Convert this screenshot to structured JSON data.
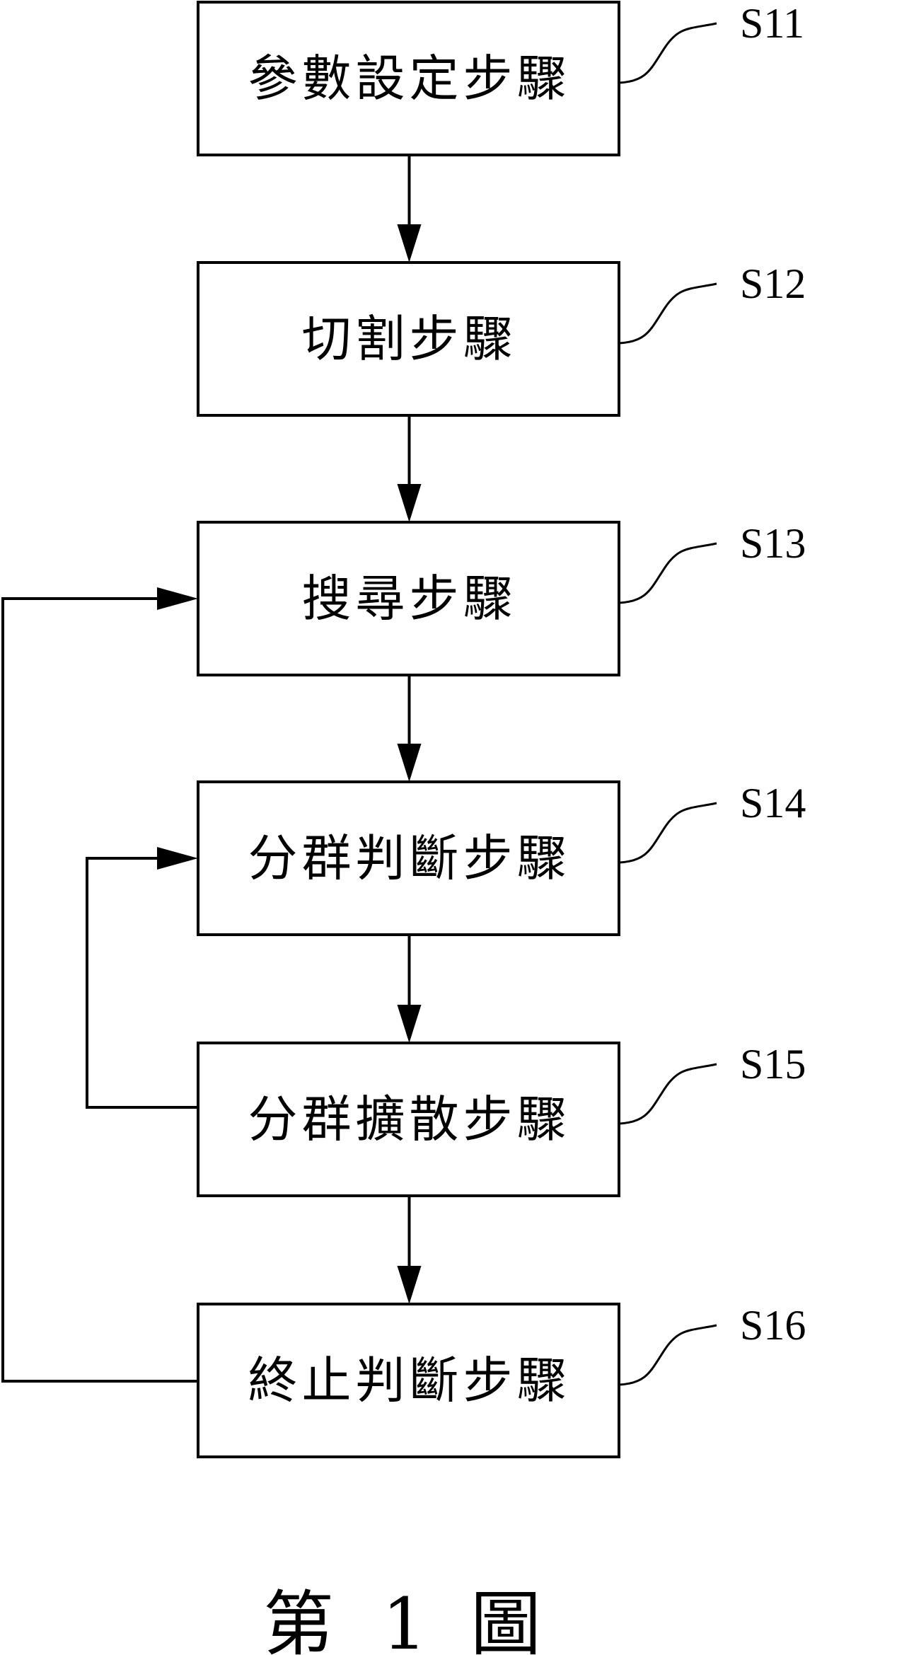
{
  "figure": {
    "caption": {
      "prefix": "第",
      "number": "1",
      "suffix": "圖"
    },
    "colors": {
      "stroke": "#000000",
      "background": "#ffffff"
    },
    "steps": [
      {
        "id": "S11",
        "label": "參數設定步驟"
      },
      {
        "id": "S12",
        "label": "切割步驟"
      },
      {
        "id": "S13",
        "label": "搜尋步驟"
      },
      {
        "id": "S14",
        "label": "分群判斷步驟"
      },
      {
        "id": "S15",
        "label": "分群擴散步驟"
      },
      {
        "id": "S16",
        "label": "終止判斷步驟"
      }
    ],
    "flows": [
      {
        "from": "S11",
        "to": "S12",
        "type": "down"
      },
      {
        "from": "S12",
        "to": "S13",
        "type": "down"
      },
      {
        "from": "S13",
        "to": "S14",
        "type": "down"
      },
      {
        "from": "S14",
        "to": "S15",
        "type": "down"
      },
      {
        "from": "S15",
        "to": "S16",
        "type": "down"
      },
      {
        "from": "S15",
        "to": "S14",
        "type": "loop-inner"
      },
      {
        "from": "S16",
        "to": "S13",
        "type": "loop-outer"
      }
    ]
  }
}
